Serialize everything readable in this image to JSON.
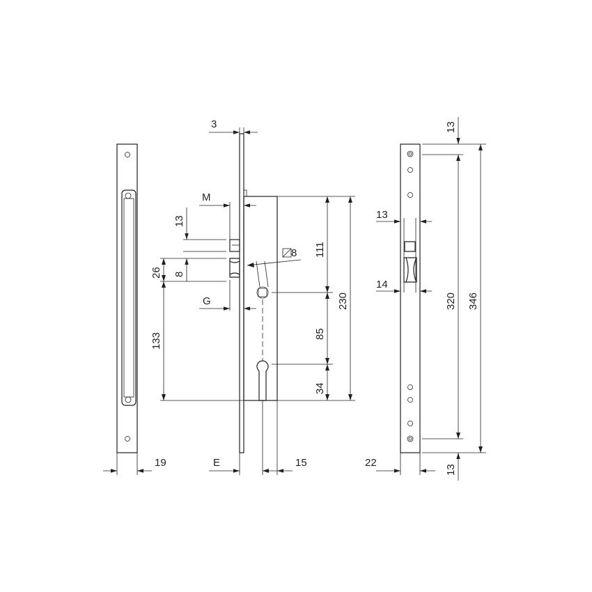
{
  "drawing": {
    "line_color": "#231f20",
    "left_strike": {
      "width_dim": "19"
    },
    "lock_body": {
      "faceplate_thickness": "3",
      "latch_projection": "M",
      "bolt_projection": "G",
      "latch_height": "13",
      "bolt_height": "8",
      "latch_to_bolt": "26",
      "bolt_to_bottom": "133",
      "top_to_follower": "111",
      "body_height": "230",
      "follower_to_cylinder": "85",
      "cylinder_to_bottom": "34",
      "follower_square": "8",
      "backset": "E",
      "cylinder_offset": "15"
    },
    "right_strike": {
      "width_dim": "22",
      "latch_opening": "13",
      "bolt_opening": "14",
      "top_hole_offset": "13",
      "bottom_hole_offset": "13",
      "hole_spacing": "320",
      "total_length": "346"
    }
  }
}
